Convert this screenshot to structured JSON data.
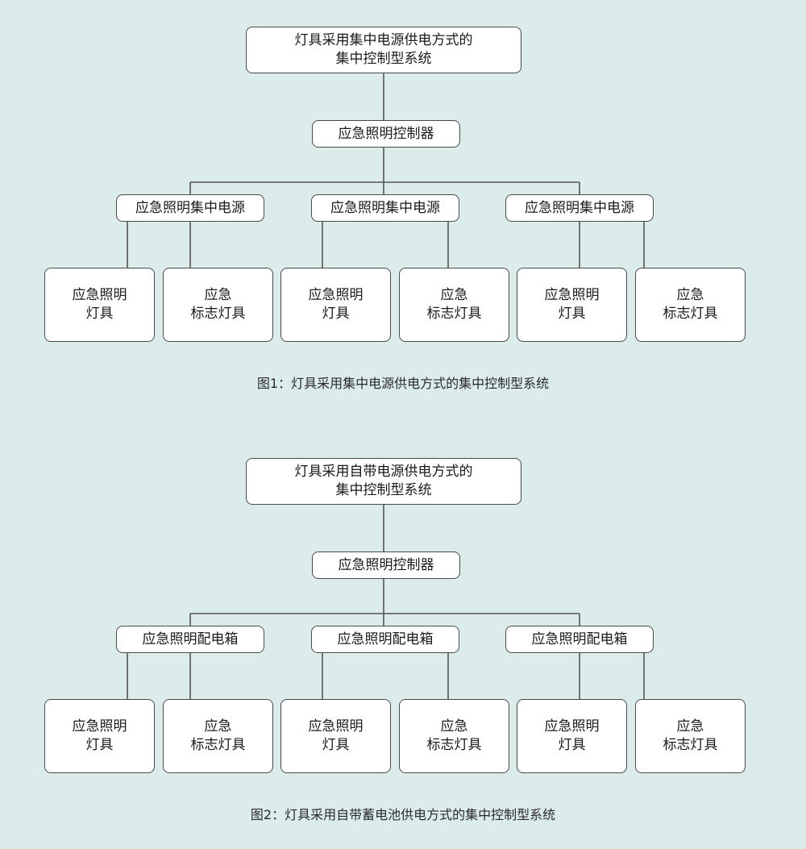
{
  "diagrams": [
    {
      "root": [
        "灯具采用集中电源供电方式的",
        "集中控制型系统"
      ],
      "controller": "应急照明控制器",
      "mid": [
        "应急照明集中电源",
        "应急照明集中电源",
        "应急照明集中电源"
      ],
      "leaves": [
        [
          "应急照明",
          "灯具"
        ],
        [
          "应急",
          "标志灯具"
        ],
        [
          "应急照明",
          "灯具"
        ],
        [
          "应急",
          "标志灯具"
        ],
        [
          "应急照明",
          "灯具"
        ],
        [
          "应急",
          "标志灯具"
        ]
      ],
      "caption": "图1：灯具采用集中电源供电方式的集中控制型系统"
    },
    {
      "root": [
        "灯具采用自带电源供电方式的",
        "集中控制型系统"
      ],
      "controller": "应急照明控制器",
      "mid": [
        "应急照明配电箱",
        "应急照明配电箱",
        "应急照明配电箱"
      ],
      "leaves": [
        [
          "应急照明",
          "灯具"
        ],
        [
          "应急",
          "标志灯具"
        ],
        [
          "应急照明",
          "灯具"
        ],
        [
          "应急",
          "标志灯具"
        ],
        [
          "应急照明",
          "灯具"
        ],
        [
          "应急",
          "标志灯具"
        ]
      ],
      "caption": "图2：灯具采用自带蓄电池供电方式的集中控制型系统"
    }
  ]
}
